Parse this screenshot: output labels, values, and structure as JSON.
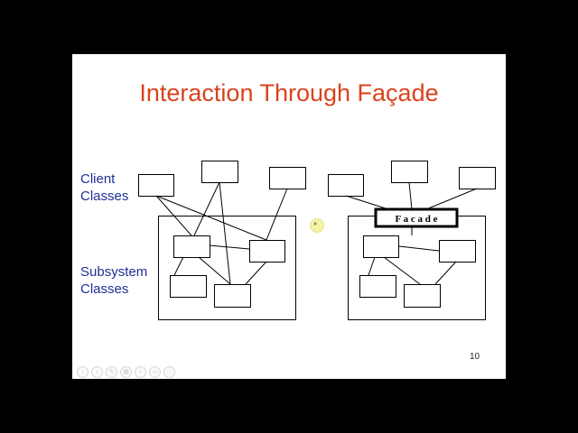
{
  "slide": {
    "title": "Interaction Through Façade",
    "client_label": [
      "Client",
      "Classes"
    ],
    "subsystem_label": [
      "Subsystem",
      "Classes"
    ],
    "facade_label": "F a c a d e",
    "page_number": "10"
  },
  "toolbar": {
    "icons": [
      "prev-icon",
      "next-icon",
      "pen-icon",
      "slides-icon",
      "zoom-icon",
      "screen-icon",
      "more-icon"
    ],
    "glyphs": [
      "‹",
      "›",
      "✎",
      "▦",
      "⌕",
      "▭",
      "⋯"
    ]
  }
}
